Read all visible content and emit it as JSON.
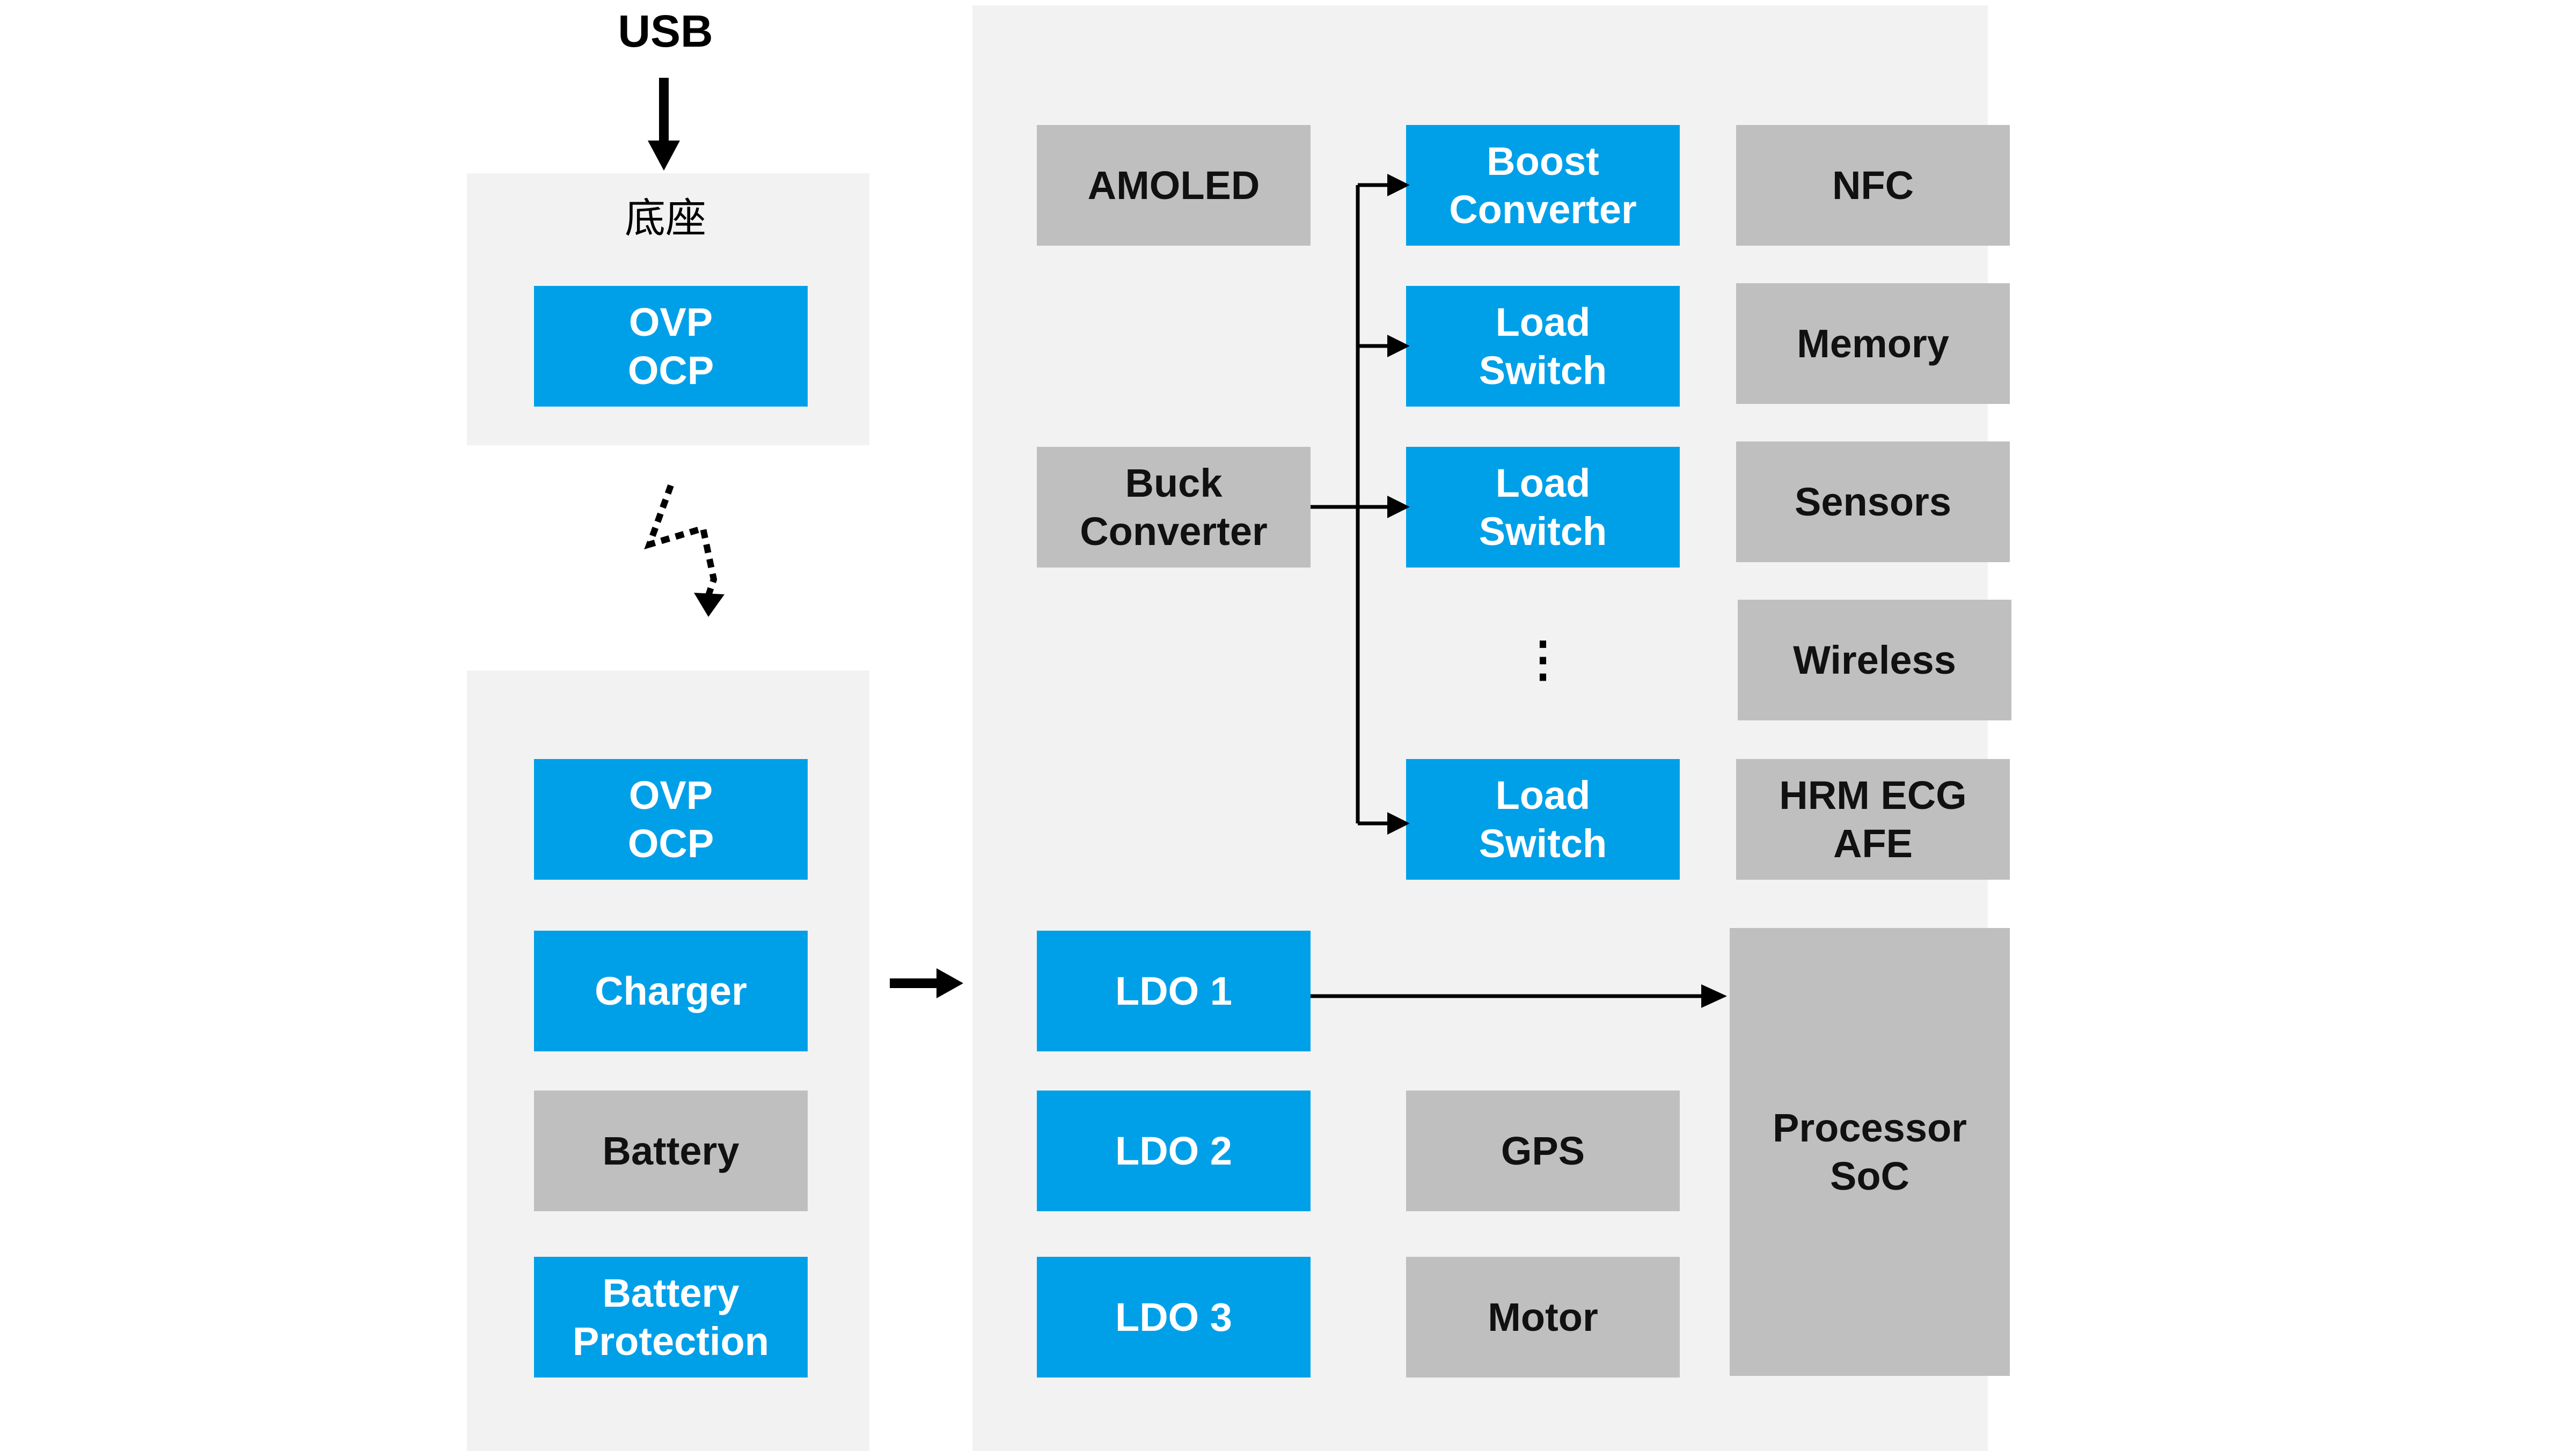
{
  "colors": {
    "blue": "#00a0e9",
    "gray": "#bfbfbf",
    "panel": "#f2f2f2",
    "line": "#000000"
  },
  "input": {
    "label": "USB"
  },
  "dock": {
    "label": "底座",
    "ovp_ocp": "OVP\nOCP"
  },
  "wearable_power": {
    "ovp_ocp": "OVP\nOCP",
    "charger": "Charger",
    "battery": "Battery",
    "battery_protection": "Battery\nProtection"
  },
  "system": {
    "amoled": "AMOLED",
    "buck_converter": "Buck\nConverter",
    "boost_converter": "Boost\nConverter",
    "load_switch_1": "Load\nSwitch",
    "load_switch_2": "Load\nSwitch",
    "ellipsis": "⋮",
    "load_switch_3": "Load\nSwitch",
    "nfc": "NFC",
    "memory": "Memory",
    "sensors": "Sensors",
    "wireless": "Wireless",
    "hrm_ecg_afe": "HRM ECG\nAFE",
    "ldo1": "LDO 1",
    "ldo2": "LDO 2",
    "ldo3": "LDO 3",
    "gps": "GPS",
    "motor": "Motor",
    "processor": "Processor\nSoC"
  }
}
